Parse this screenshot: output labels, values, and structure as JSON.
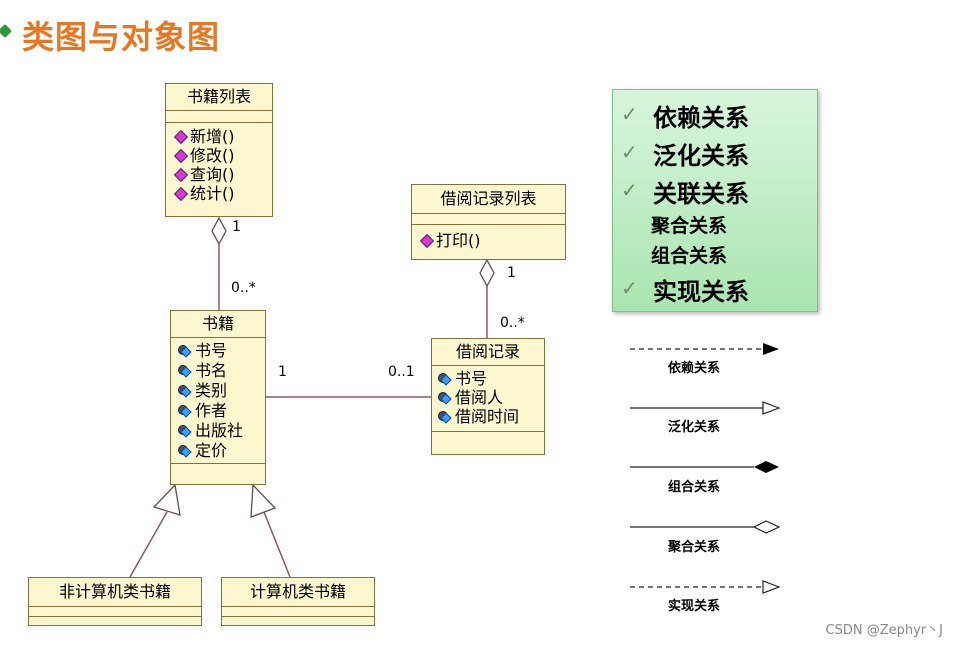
{
  "slide": {
    "title": "类图与对象图"
  },
  "classes": {
    "book_list": {
      "name": "书籍列表",
      "operations": [
        "新增()",
        "修改()",
        "查询()",
        "统计()"
      ]
    },
    "borrow_record_list": {
      "name": "借阅记录列表",
      "operations": [
        "打印()"
      ]
    },
    "book": {
      "name": "书籍",
      "attributes": [
        "书号",
        "书名",
        "类别",
        "作者",
        "出版社",
        "定价"
      ]
    },
    "borrow_record": {
      "name": "借阅记录",
      "attributes": [
        "书号",
        "借阅人",
        "借阅时间"
      ]
    },
    "non_computer_book": {
      "name": "非计算机类书籍"
    },
    "computer_book": {
      "name": "计算机类书籍"
    }
  },
  "multiplicities": {
    "book_list_end": "1",
    "book_end_top": "0..*",
    "book_end_right": "1",
    "borrow_record_end_left": "0..1",
    "borrow_list_end": "1",
    "borrow_record_end_top": "0..*"
  },
  "legend": {
    "items": [
      {
        "label": "依赖关系",
        "checked": true
      },
      {
        "label": "泛化关系",
        "checked": true
      },
      {
        "label": "关联关系",
        "checked": true
      },
      {
        "label": "聚合关系",
        "checked": false
      },
      {
        "label": "组合关系",
        "checked": false
      },
      {
        "label": "实现关系",
        "checked": true
      }
    ],
    "check_symbol": "✓"
  },
  "relation_key": [
    {
      "label": "依赖关系",
      "line": "dashed",
      "arrow": "filled-arrow"
    },
    {
      "label": "泛化关系",
      "line": "solid",
      "arrow": "hollow-triangle"
    },
    {
      "label": "组合关系",
      "line": "solid",
      "arrow": "filled-diamond"
    },
    {
      "label": "聚合关系",
      "line": "solid",
      "arrow": "hollow-diamond"
    },
    {
      "label": "实现关系",
      "line": "dashed",
      "arrow": "hollow-triangle"
    }
  ],
  "watermark": "CSDN @Zephyr丶J",
  "colors": {
    "title": "#e87722",
    "class_fill": "#fdf7cf",
    "class_border": "#8a6f3a",
    "legend_fill_top": "#d8f5dc",
    "legend_fill_bottom": "#a9e5b0",
    "connector": "#8a5a5a"
  }
}
